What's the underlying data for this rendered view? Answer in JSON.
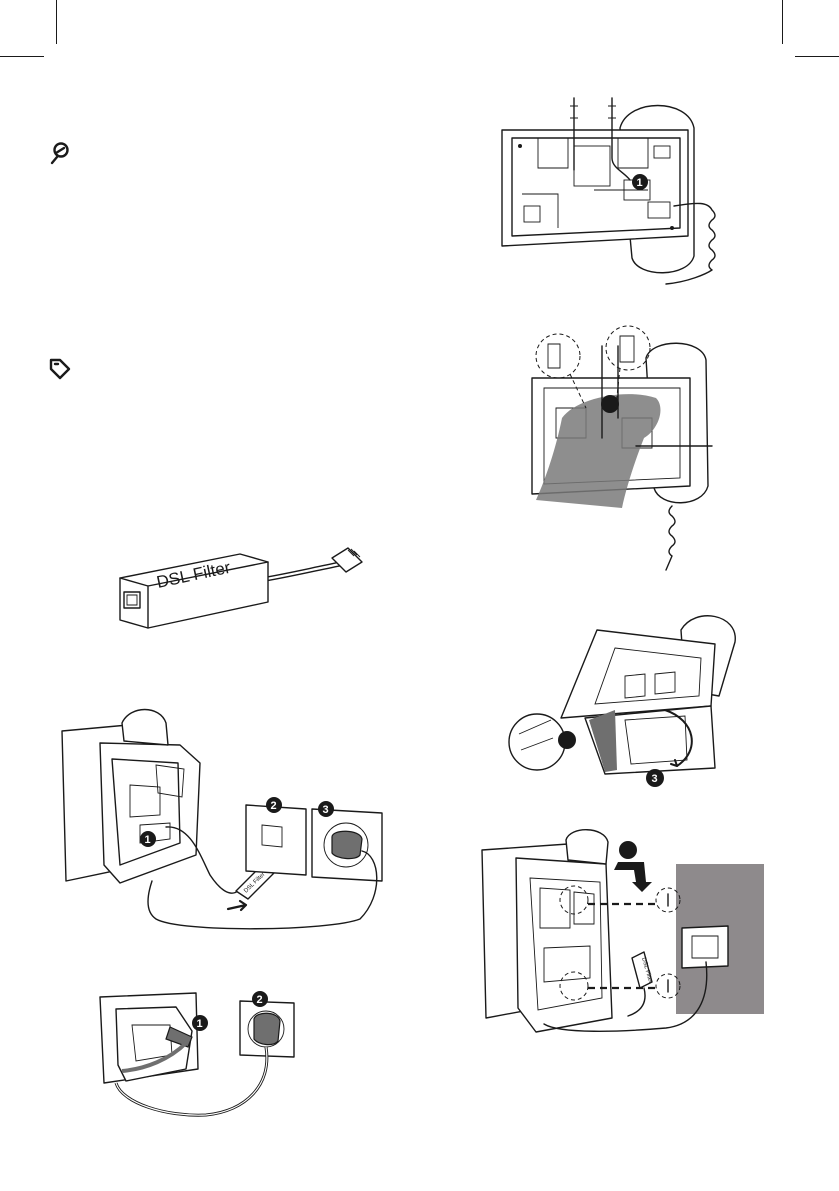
{
  "page": {
    "icons": {
      "note": "note-pen-icon",
      "tip": "tag-icon"
    }
  },
  "figures": {
    "dsl_filter": {
      "label": "DSL Filter"
    },
    "wall_connection": {
      "steps": [
        "1",
        "2",
        "3"
      ],
      "filter_label": "DSL Filter"
    },
    "power_connection": {
      "steps": [
        "1",
        "2"
      ]
    },
    "base_bottom": {
      "steps": [
        "1"
      ]
    },
    "base_pullout": {
      "steps": [
        ""
      ]
    },
    "stand_attach": {
      "steps": [
        "",
        "3"
      ]
    },
    "wall_mount": {
      "steps": [
        ""
      ],
      "filter_label": "DSL Filter"
    }
  },
  "colors": {
    "ink": "#1a1a1a",
    "shade": "#6f6f6f",
    "wall": "#8e8a8c"
  }
}
